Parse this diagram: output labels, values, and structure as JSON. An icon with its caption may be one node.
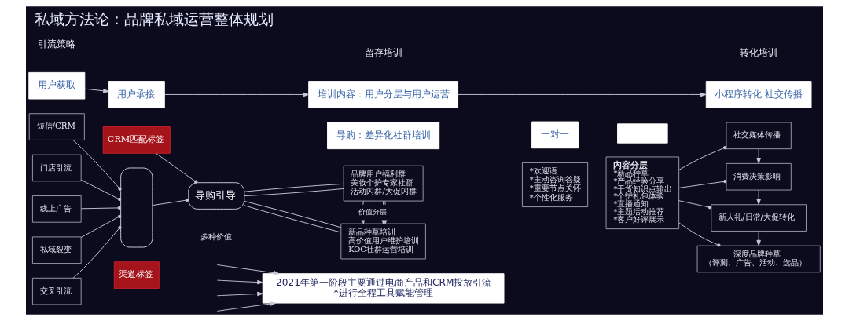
{
  "diagram": {
    "title": "私域方法论：品牌私域运营整体规划",
    "nodes": [
      {
        "text": [
          "用户获取"
        ]
      },
      {
        "text": [
          "用户承接"
        ]
      },
      {
        "text": [
          "培训内容：用户分层与用户运营"
        ]
      },
      {
        "text": [
          "导购：差异化社群培训"
        ]
      },
      {
        "text": [
          "一对一"
        ]
      },
      {
        "text": [],
        "shape": "box"
      },
      {
        "text": [
          "小程序转化 社交传播"
        ]
      },
      {
        "text": [
          "短信/CRM"
        ]
      },
      {
        "text": [
          "门店引流"
        ]
      },
      {
        "text": [
          "线上广告"
        ]
      },
      {
        "text": [
          "私域裂变"
        ]
      },
      {
        "text": [
          "交叉引流"
        ]
      },
      {
        "text": [],
        "shape": "box"
      },
      {
        "text": [
          "渠道标签"
        ]
      },
      {
        "text": [
          "CRM匹配标签"
        ]
      },
      {
        "text": [
          "导购引导"
        ]
      },
      {
        "text": [
          "品牌用户福利群",
          "美妆个护专家社群",
          "活动闪群/大促闪群"
        ]
      },
      {
        "text": [
          "新品种草培训",
          "高价值用户维护培训",
          "KOC社群运营培训"
        ]
      },
      {
        "text": [
          "*欢迎语",
          "*主动咨询答疑",
          "*重要节点关怀",
          "*个性化服务"
        ]
      },
      {
        "text": [
          "内容分层",
          "*新品种草",
          "*产品经验分享",
          "*干货知识点输出",
          "*个护礼包体验",
          "*直播通知",
          "*主题活动推荐",
          "*客户好评展示"
        ]
      },
      {
        "text": [
          "社交媒体传播"
        ]
      },
      {
        "text": [
          "消费决策影响"
        ]
      },
      {
        "text": [
          "新人礼/日常/大促转化"
        ]
      },
      {
        "text": [
          "深度品牌种草",
          "（评测、广告、活动、选品）"
        ]
      },
      {
        "text": [
          "2021年第一阶段主要通过电商产品和CRM投放引流",
          "*进行全程工具赋能管理"
        ]
      }
    ],
    "edges": [
      {
        "from": 0,
        "to": 1,
        "arrow": "to"
      },
      {
        "from": 1,
        "to": 2,
        "arrow": "to"
      },
      {
        "from": 2,
        "to": 6,
        "arrow": "to"
      },
      {
        "from": 7,
        "to": 12,
        "arrow": "other"
      },
      {
        "from": 8,
        "to": 12,
        "arrow": "other"
      },
      {
        "from": 9,
        "to": 12,
        "arrow": "other"
      },
      {
        "from": 10,
        "to": 12,
        "arrow": "other"
      },
      {
        "from": 11,
        "to": 12,
        "arrow": "other"
      },
      {
        "from": 14,
        "to": 15,
        "arrow": "other"
      },
      {
        "from": 12,
        "to": 15,
        "arrow": "other"
      },
      {
        "from": 15,
        "to": 16,
        "arrow": "none"
      },
      {
        "from": 15,
        "to": 16,
        "arrow": "none"
      },
      {
        "from": 15,
        "to": 17,
        "arrow": "none"
      },
      {
        "from": 15,
        "to": 17,
        "arrow": "none"
      },
      {
        "from": 16,
        "to": 17,
        "arrow": "to"
      },
      {
        "from": 16,
        "to": 17,
        "arrow": "to"
      },
      {
        "from": 16,
        "to": 17,
        "arrow": "to",
        "label": "价值分层"
      },
      {
        "from": 19,
        "to": 20,
        "arrow": "other"
      },
      {
        "from": 19,
        "to": 21,
        "arrow": "other"
      },
      {
        "from": 19,
        "to": 22,
        "arrow": "other"
      },
      {
        "from": 19,
        "to": 23,
        "arrow": "other"
      },
      {
        "from": 20,
        "to": 21,
        "arrow": "to"
      },
      {
        "from": 21,
        "to": 22,
        "arrow": "to"
      },
      {
        "from": 22,
        "to": 23,
        "arrow": "to"
      },
      {
        "from": null,
        "to": 24,
        "arrow": "to"
      },
      {
        "from": null,
        "to": 24,
        "arrow": "to"
      },
      {
        "from": null,
        "to": 24,
        "arrow": "to"
      },
      {
        "from": null,
        "to": 24,
        "arrow": "to"
      }
    ],
    "labels": [
      "引流策略",
      "留存培训",
      "转化培训",
      "多种价值"
    ]
  }
}
